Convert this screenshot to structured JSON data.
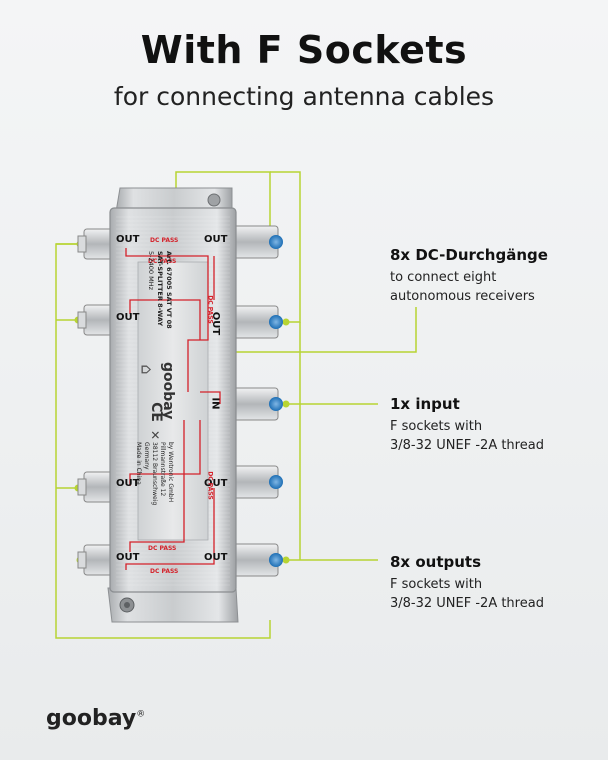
{
  "header": {
    "title": "With F Sockets",
    "subtitle": "for connecting antenna cables"
  },
  "callouts": {
    "dc": {
      "title": "8x DC-Durchgänge",
      "lines": [
        "to connect eight",
        "autonomous receivers"
      ]
    },
    "input": {
      "title": "1x input",
      "lines": [
        "F sockets with",
        "3/8-32 UNEF -2A thread"
      ]
    },
    "outputs": {
      "title": "8x outputs",
      "lines": [
        "F sockets with",
        "3/8-32 UNEF -2A thread"
      ]
    }
  },
  "device": {
    "out_label": "OUT",
    "in_label": "IN",
    "dc_pass": "DC PASS",
    "product_lines": [
      "Art. 67005   SAT VT 08",
      "SAT-SPLITTER 8-WAY",
      "5-2400 MHz"
    ],
    "brand": "goobay",
    "ce": "CE",
    "maker_lines": [
      "by Wentronic GmbH",
      "Pillmannstraße 12",
      "38112 Braunschweig",
      "Germany",
      "Made in China"
    ]
  },
  "footer": {
    "brand": "goobay",
    "reg": "®"
  },
  "colors": {
    "accent_green": "#b7d433",
    "dc_red": "#d4212a",
    "connector_blue": "#1e6fb5"
  }
}
